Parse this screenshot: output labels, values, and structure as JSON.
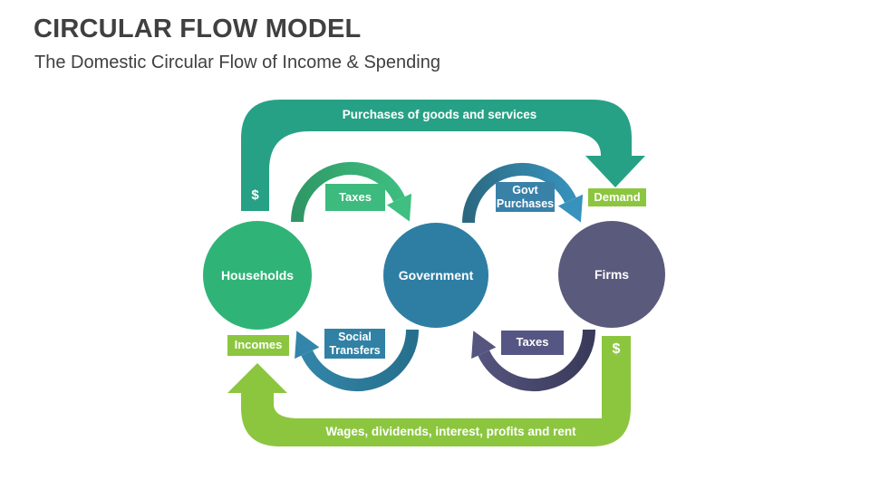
{
  "slide": {
    "title": "CIRCULAR FLOW MODEL",
    "subtitle": "The Domestic Circular Flow of Income & Spending",
    "text_color": "#404040",
    "background_color": "#FFFFFF"
  },
  "diagram": {
    "nodes": [
      {
        "id": "households",
        "label": "Households",
        "color": "#30B377"
      },
      {
        "id": "government",
        "label": "Government",
        "color": "#2E7EA4"
      },
      {
        "id": "firms",
        "label": "Firms",
        "color": "#5A5A7D"
      }
    ],
    "flows": {
      "purchases": {
        "label": "Purchases of goods and services",
        "currency_symbol": "$",
        "from": "Households",
        "to": "Firms",
        "color": "#27A185"
      },
      "taxes_households": {
        "label": "Taxes",
        "from": "Households",
        "to": "Government",
        "box_color": "#3DBA7D",
        "arc_colors": [
          "#2E9664",
          "#3FBF81"
        ]
      },
      "govt_purchases": {
        "label_line1": "Govt",
        "label_line2": "Purchases",
        "from": "Government",
        "to": "Firms",
        "box_color": "#3A81A8",
        "arc_colors": [
          "#2B6880",
          "#3793BD"
        ]
      },
      "demand": {
        "label": "Demand",
        "box_color": "#8CC63F"
      },
      "incomes": {
        "label": "Incomes",
        "box_color": "#8CC63F"
      },
      "social_transfers": {
        "label_line1": "Social",
        "label_line2": "Transfers",
        "from": "Government",
        "to": "Households",
        "box_color": "#3181A5",
        "arc_colors": [
          "#26708D",
          "#3386A9"
        ]
      },
      "taxes_firms": {
        "label": "Taxes",
        "from": "Firms",
        "to": "Government",
        "box_color": "#565684",
        "arc_colors": [
          "#3A3A5B",
          "#55557F"
        ]
      },
      "wages": {
        "label": "Wages, dividends, interest, profits and rent",
        "currency_symbol": "$",
        "from": "Firms",
        "to": "Households",
        "color": "#8CC63F"
      }
    }
  }
}
